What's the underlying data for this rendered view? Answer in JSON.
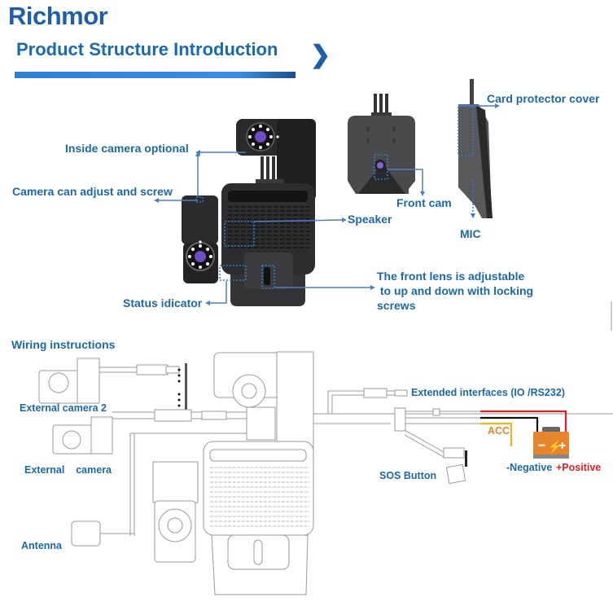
{
  "header": {
    "brand": "Richmor",
    "title": "Product Structure Introduction",
    "chevron_icon": "chevron-right-icon"
  },
  "structure_labels": {
    "inside_camera": "Inside camera optional",
    "camera_adjust": "Camera can adjust and screw",
    "speaker": "Speaker",
    "status_indicator": "Status idicator",
    "front_lens_line1": "The front lens is adjustable",
    "front_lens_line2": " to up and down with locking",
    "front_lens_line3": "screws",
    "front_cam": "Front cam",
    "card_protector": "Card protector cover",
    "mic": "MIC"
  },
  "wiring": {
    "title": "Wiring instructions",
    "external_camera_2": "External camera 2",
    "external_camera": "External    camera",
    "antenna": "Antenna",
    "extended_interfaces": "Extended interfaces (IO /RS232)",
    "acc": "ACC",
    "sos_button": "SOS Button",
    "negative": "-Negative",
    "positive": "+Positive",
    "colors": {
      "positive_wire": "#e32020",
      "negative_wire": "#111111",
      "acc_wire": "#f2b21c",
      "battery": "#e8852b",
      "label_blue": "#1c69a9"
    }
  }
}
